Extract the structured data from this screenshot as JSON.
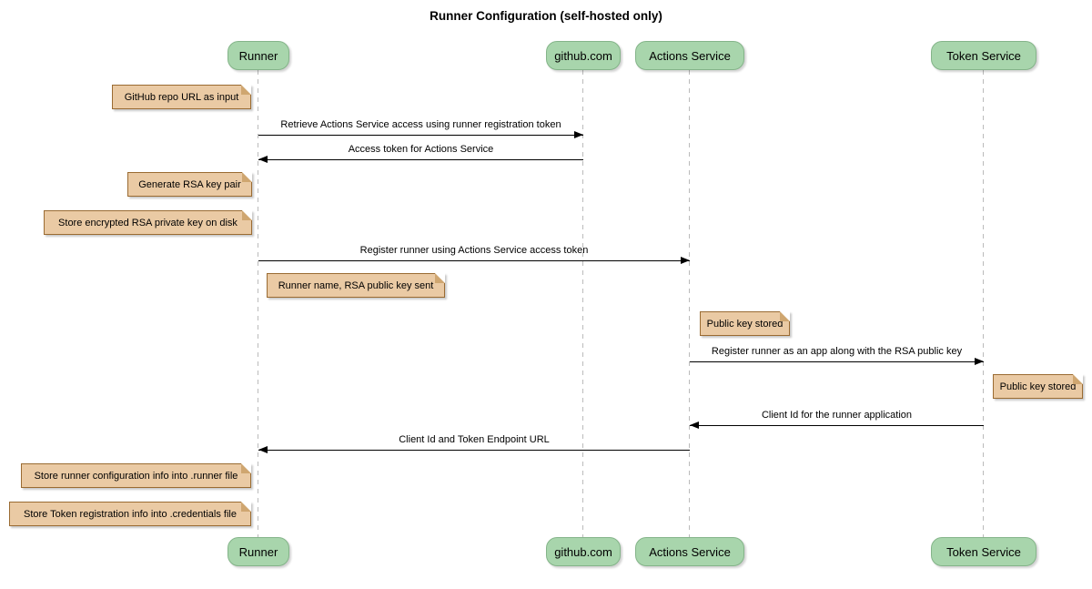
{
  "title": "Runner Configuration (self-hosted only)",
  "participants": [
    {
      "label": "Runner"
    },
    {
      "label": "github.com"
    },
    {
      "label": "Actions Service"
    },
    {
      "label": "Token Service"
    }
  ],
  "notes": [
    {
      "text": "GitHub repo URL as input",
      "anchor": "Runner",
      "side": "left"
    },
    {
      "text": "Generate RSA key pair",
      "anchor": "Runner",
      "side": "left"
    },
    {
      "text": "Store encrypted RSA private key on disk",
      "anchor": "Runner",
      "side": "left"
    },
    {
      "text": "Runner name, RSA public key sent",
      "anchor": "Runner",
      "side": "right"
    },
    {
      "text": "Public key stored",
      "anchor": "Actions Service",
      "side": "right"
    },
    {
      "text": "Public key stored",
      "anchor": "Token Service",
      "side": "right"
    },
    {
      "text": "Store runner configuration info into .runner file",
      "anchor": "Runner",
      "side": "left"
    },
    {
      "text": "Store Token registration info into .credentials file",
      "anchor": "Runner",
      "side": "left"
    }
  ],
  "messages": [
    {
      "text": "Retrieve Actions Service access using runner registration token",
      "from": "Runner",
      "to": "github.com",
      "direction": "right"
    },
    {
      "text": "Access token for Actions Service",
      "from": "github.com",
      "to": "Runner",
      "direction": "left"
    },
    {
      "text": "Register runner using Actions Service access token",
      "from": "Runner",
      "to": "Actions Service",
      "direction": "right"
    },
    {
      "text": "Register runner as an app along with the RSA public key",
      "from": "Actions Service",
      "to": "Token Service",
      "direction": "right"
    },
    {
      "text": "Client Id for the runner application",
      "from": "Token Service",
      "to": "Actions Service",
      "direction": "left"
    },
    {
      "text": "Client Id and Token Endpoint URL",
      "from": "Actions Service",
      "to": "Runner",
      "direction": "left"
    }
  ],
  "colors": {
    "background": "#FFFFFF",
    "participant_fill": "#A8D5AC",
    "participant_border": "#84B489",
    "note_fill": "#EACAA4",
    "note_border": "#9A6B32",
    "lifeline": "#BBBBBB",
    "arrow": "#000000",
    "text": "#000000"
  }
}
